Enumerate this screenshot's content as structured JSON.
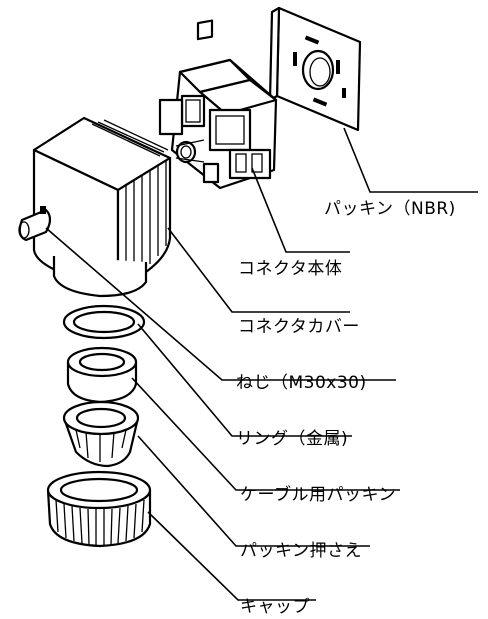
{
  "labels": {
    "packing_nbr": "パッキン（NBR)",
    "connector_body": "コネクタ本体",
    "connector_cover": "コネクタカバー",
    "screw": "ねじ（M30x30)",
    "ring_metal": "リング（金属)",
    "cable_packing": "ケーブル用パッキン",
    "packing_retainer": "パッキン押さえ",
    "cap": "キャップ"
  },
  "colors": {
    "line": "#000000",
    "background": "#ffffff"
  }
}
